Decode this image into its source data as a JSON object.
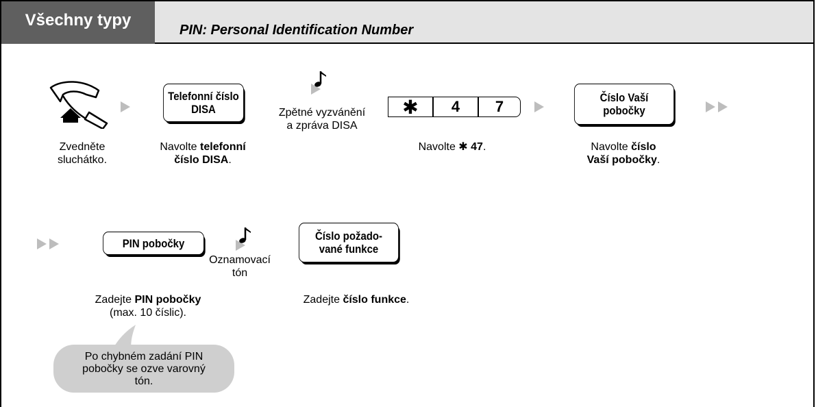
{
  "header": {
    "tag": "Všechny typy",
    "title": "PIN: Personal Identification Number"
  },
  "row1": {
    "step1": {
      "text": "Zvedněte sluchátko."
    },
    "step2": {
      "box": [
        "Telefonní číslo",
        "DISA"
      ],
      "text_pre": "Navolte ",
      "text_bold": "telefonní číslo DISA",
      "text_post": "."
    },
    "tone1": [
      "Zpětné vyzvánění",
      "a zpráva DISA"
    ],
    "step3": {
      "keys": [
        "✱",
        "4",
        "7"
      ],
      "text_pre": "Navolte ",
      "text_sym": "✱",
      "text_bold": "47",
      "text_post": "."
    },
    "step4": {
      "box": [
        "Číslo Vaší",
        "pobočky"
      ],
      "text_pre": "Navolte ",
      "text_bold1": "číslo",
      "text_bold2": "Vaší pobočky",
      "text_post": "."
    }
  },
  "row2": {
    "step5": {
      "box": "PIN pobočky",
      "text_pre": "Zadejte ",
      "text_bold": "PIN pobočky",
      "text_line2": "(max. 10 číslic)."
    },
    "tone2": [
      "Oznamovací",
      "tón"
    ],
    "step6": {
      "box": [
        "Číslo požado-",
        "vané funkce"
      ],
      "text_pre": "Zadejte ",
      "text_bold": "číslo funkce",
      "text_post": "."
    }
  },
  "note": [
    "Po chybném zadání PIN",
    "pobočky se ozve varovný",
    "tón."
  ],
  "colors": {
    "tag_bg": "#5f5f5f",
    "header_bg": "#e4e4e4",
    "arrow": "#bdbdbd",
    "note_bg": "#cfcfcf"
  }
}
